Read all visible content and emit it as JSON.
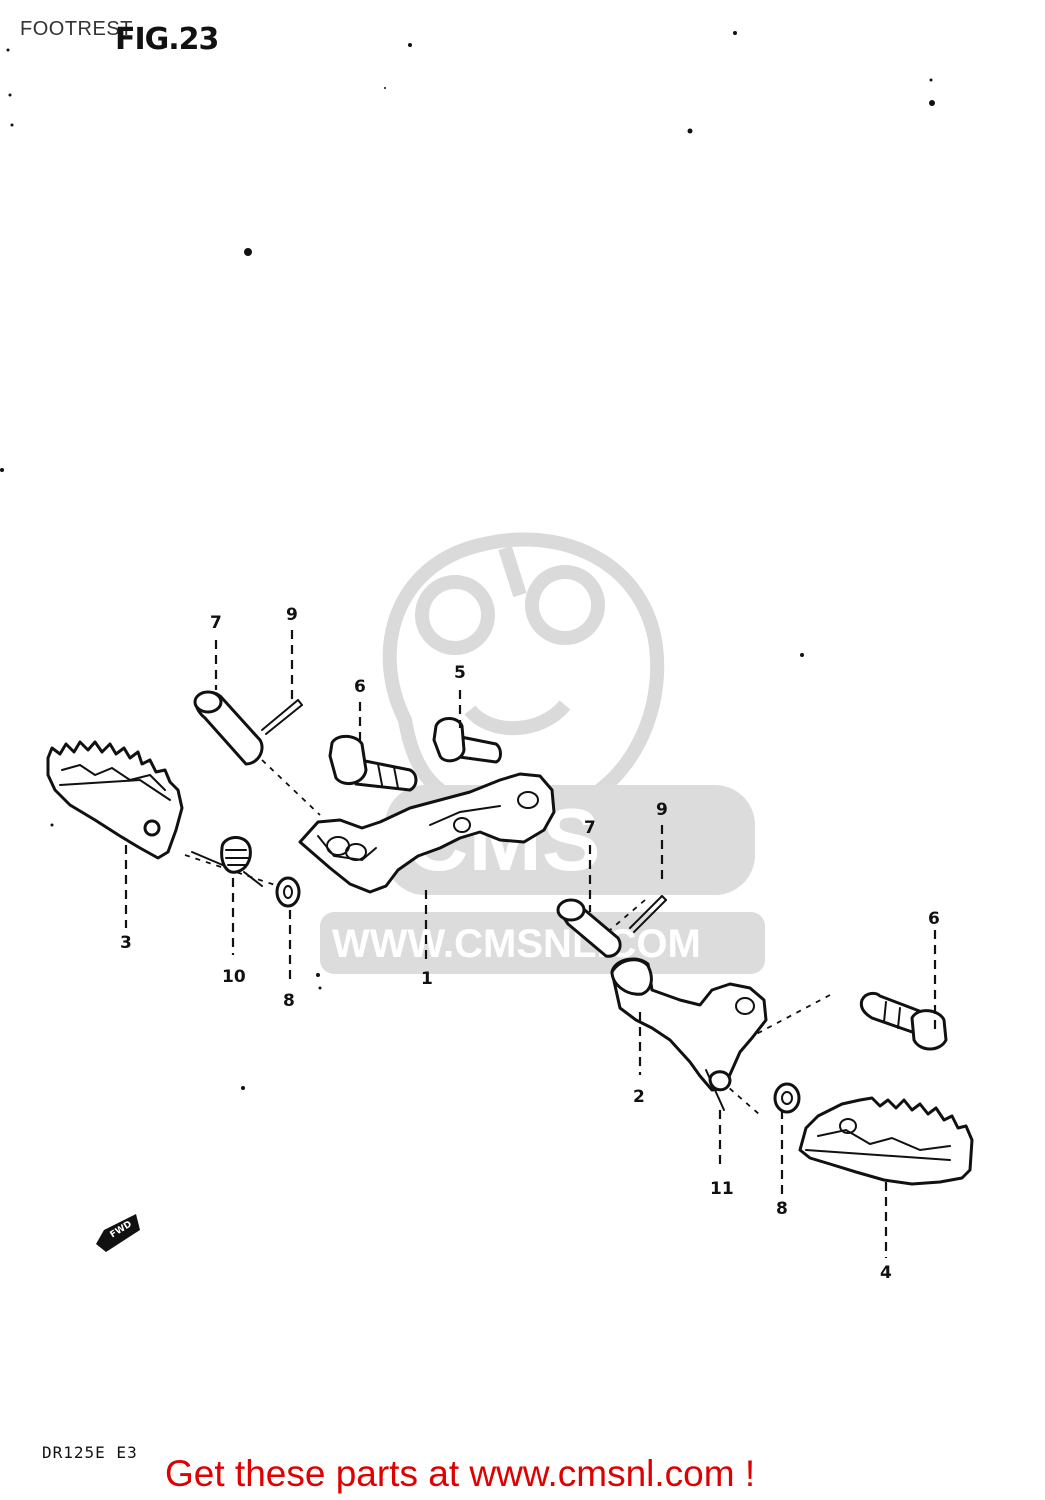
{
  "header": {
    "title": "FOOTREST",
    "figure_label": "FIG.23"
  },
  "watermark": {
    "brand": "CMS",
    "url": "WWW.CMSNL.COM"
  },
  "callouts": [
    {
      "id": "c1",
      "label": "1"
    },
    {
      "id": "c2",
      "label": "2"
    },
    {
      "id": "c3",
      "label": "3"
    },
    {
      "id": "c4",
      "label": "4"
    },
    {
      "id": "c5",
      "label": "5"
    },
    {
      "id": "c6a",
      "label": "6"
    },
    {
      "id": "c6b",
      "label": "6"
    },
    {
      "id": "c7a",
      "label": "7"
    },
    {
      "id": "c7b",
      "label": "7"
    },
    {
      "id": "c8a",
      "label": "8"
    },
    {
      "id": "c8b",
      "label": "8"
    },
    {
      "id": "c9a",
      "label": "9"
    },
    {
      "id": "c9b",
      "label": "9"
    },
    {
      "id": "c10",
      "label": "10"
    },
    {
      "id": "c11",
      "label": "11"
    }
  ],
  "direction_tag": "FWD",
  "model_code": "DR125E E3",
  "footer": {
    "link_text": "Get these parts at www.cmsnl.com !",
    "link_color": "#e00000"
  }
}
